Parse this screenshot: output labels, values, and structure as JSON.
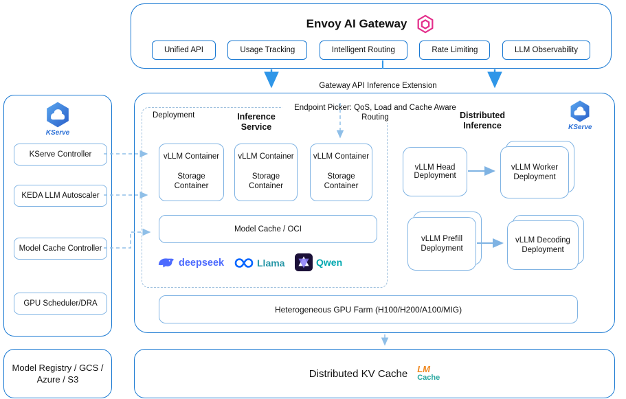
{
  "envoy": {
    "title": "Envoy AI Gateway",
    "features": [
      {
        "label": "Unified API"
      },
      {
        "label": "Usage Tracking"
      },
      {
        "label": "Intelligent Routing"
      },
      {
        "label": "Rate Limiting"
      },
      {
        "label": "LLM Observability"
      }
    ]
  },
  "connector": {
    "label": "Gateway API Inference Extension"
  },
  "sidebar": {
    "logo_text": "KServe",
    "items": [
      {
        "label": "KServe Controller"
      },
      {
        "label": "KEDA LLM Autoscaler"
      },
      {
        "label": "Model Cache Controller"
      },
      {
        "label": "GPU Scheduler/DRA"
      }
    ]
  },
  "registry": {
    "label": "Model Registry / GCS / Azure / S3"
  },
  "main": {
    "endpoint_picker": "Endpoint Picker: QoS, Load and Cache Aware Routing",
    "kserve_logo_text": "KServe",
    "deployment_label": "Deployment",
    "inference_service": "Inference Service",
    "distributed_inference": "Distributed Inference",
    "containers": [
      {
        "title": "vLLM Container",
        "storage": "Storage Container"
      },
      {
        "title": "vLLM Container",
        "storage": "Storage Container"
      },
      {
        "title": "vLLM Container",
        "storage": "Storage Container"
      }
    ],
    "model_cache": "Model Cache / OCI",
    "models": [
      {
        "label": "deepseek"
      },
      {
        "label": "Llama"
      },
      {
        "label": "Qwen"
      }
    ],
    "head": "vLLM Head Deployment",
    "worker": "vLLM Worker Deployment",
    "prefill": "vLLM Prefill Deployment",
    "decoding": "vLLM Decoding Deployment",
    "gpu_farm": "Heterogeneous GPU Farm (H100/H200/A100/MIG)"
  },
  "kv_cache": {
    "label": "Distributed KV Cache",
    "logo_line1": "LM",
    "logo_line2": "Cache"
  },
  "colors": {
    "panel_border": "#1878d2",
    "box_border": "#7fb3e3",
    "arrow_blue": "#2f96e8",
    "dashed_blue": "#8fbfe8",
    "envoy_pink": "#e4308c",
    "deepseek_blue": "#4d6bfe",
    "meta_blue": "#0866ff",
    "llama_text": "#2596a6",
    "qwen_text": "#00a8b0",
    "lm_orange": "#f08a24",
    "lm_teal": "#2aa8a0",
    "kserve_blue": "#2a6fd6"
  }
}
